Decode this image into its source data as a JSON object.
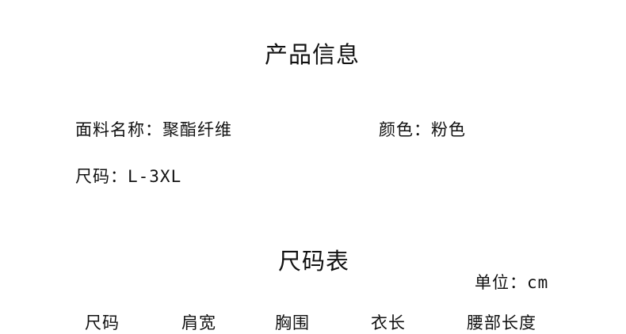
{
  "product_info": {
    "title": "产品信息",
    "fabric_label": "面料名称：",
    "fabric_value": "聚酯纤维",
    "color_label": "颜色：",
    "color_value": "粉色",
    "size_label": "尺码：",
    "size_value": "L-3XL"
  },
  "size_chart": {
    "title": "尺码表",
    "unit_label": "单位：",
    "unit_value": "cm",
    "headers": [
      "尺码",
      "肩宽",
      "胸围",
      "衣长",
      "腰部长度"
    ]
  }
}
